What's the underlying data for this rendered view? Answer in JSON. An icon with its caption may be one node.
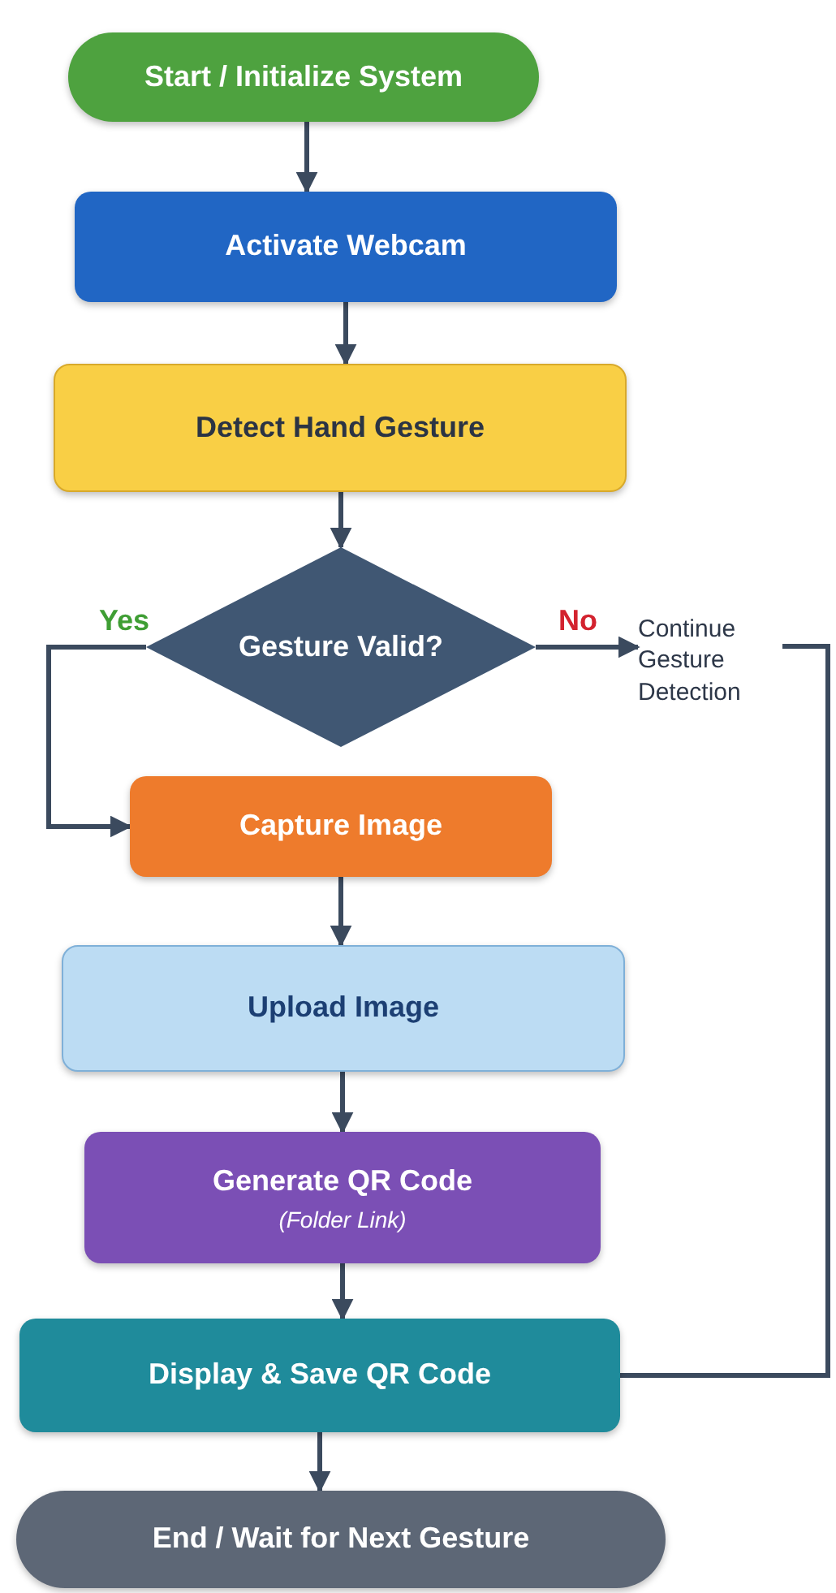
{
  "diagram": {
    "nodes": [
      {
        "text": [
          "Start / Initialize System"
        ]
      },
      {
        "text": [
          "Activate Webcam"
        ]
      },
      {
        "text": [
          "Detect Hand Gesture"
        ]
      },
      {
        "text": [
          "Gesture Valid?"
        ]
      },
      {
        "text": [
          "Continue Gesture Detection"
        ]
      },
      {
        "text": [
          "Capture Image"
        ]
      },
      {
        "text": [
          "Upload Image"
        ]
      },
      {
        "text": [
          "Generate QR Code",
          "(Folder Link)"
        ]
      },
      {
        "text": [
          "Display & Save QR Code"
        ]
      },
      {
        "text": [
          "End / Wait for Next Gesture"
        ]
      }
    ],
    "edges": [
      {
        "from": 0,
        "to": 1,
        "arrow": "to"
      },
      {
        "from": 1,
        "to": 2,
        "arrow": "to"
      },
      {
        "from": 2,
        "to": 3,
        "arrow": "to"
      },
      {
        "from": 3,
        "to": 5,
        "arrow": "to",
        "label": "Yes"
      },
      {
        "from": 3,
        "to": 4,
        "arrow": "to",
        "label": "No"
      },
      {
        "from": 5,
        "to": 6,
        "arrow": "to"
      },
      {
        "from": 6,
        "to": 7,
        "arrow": "to"
      },
      {
        "from": 7,
        "to": 8,
        "arrow": "to"
      },
      {
        "from": 8,
        "to": 9,
        "arrow": "to"
      },
      {
        "from": 4,
        "to": 8,
        "arrow": "none"
      }
    ]
  }
}
